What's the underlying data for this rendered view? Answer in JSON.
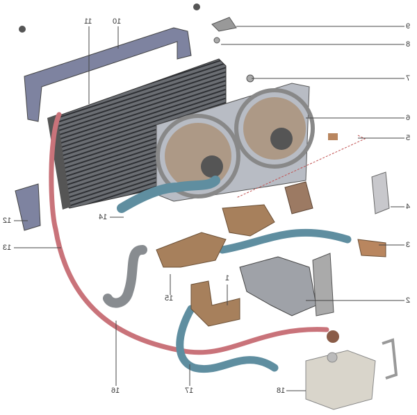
{
  "diagram": {
    "title": "Cooling system exploded view",
    "callouts": {
      "c1": "1",
      "c2": "2",
      "c3": "3",
      "c4": "4",
      "c5": "5",
      "c6": "6",
      "c7": "7",
      "c8": "8",
      "c9": "9",
      "c10": "10",
      "c11": "11",
      "c12": "12",
      "c13": "13",
      "c14": "14",
      "c15": "15",
      "c16": "16",
      "c17": "17",
      "c18": "18"
    }
  },
  "colors": {
    "radiator": "#5a5d63",
    "shroud": "#7e83a0",
    "hose_blue": "#5f8ea0",
    "hose_red": "#c9737a",
    "bronze": "#a7805c",
    "tank": "#d9d5cb"
  }
}
